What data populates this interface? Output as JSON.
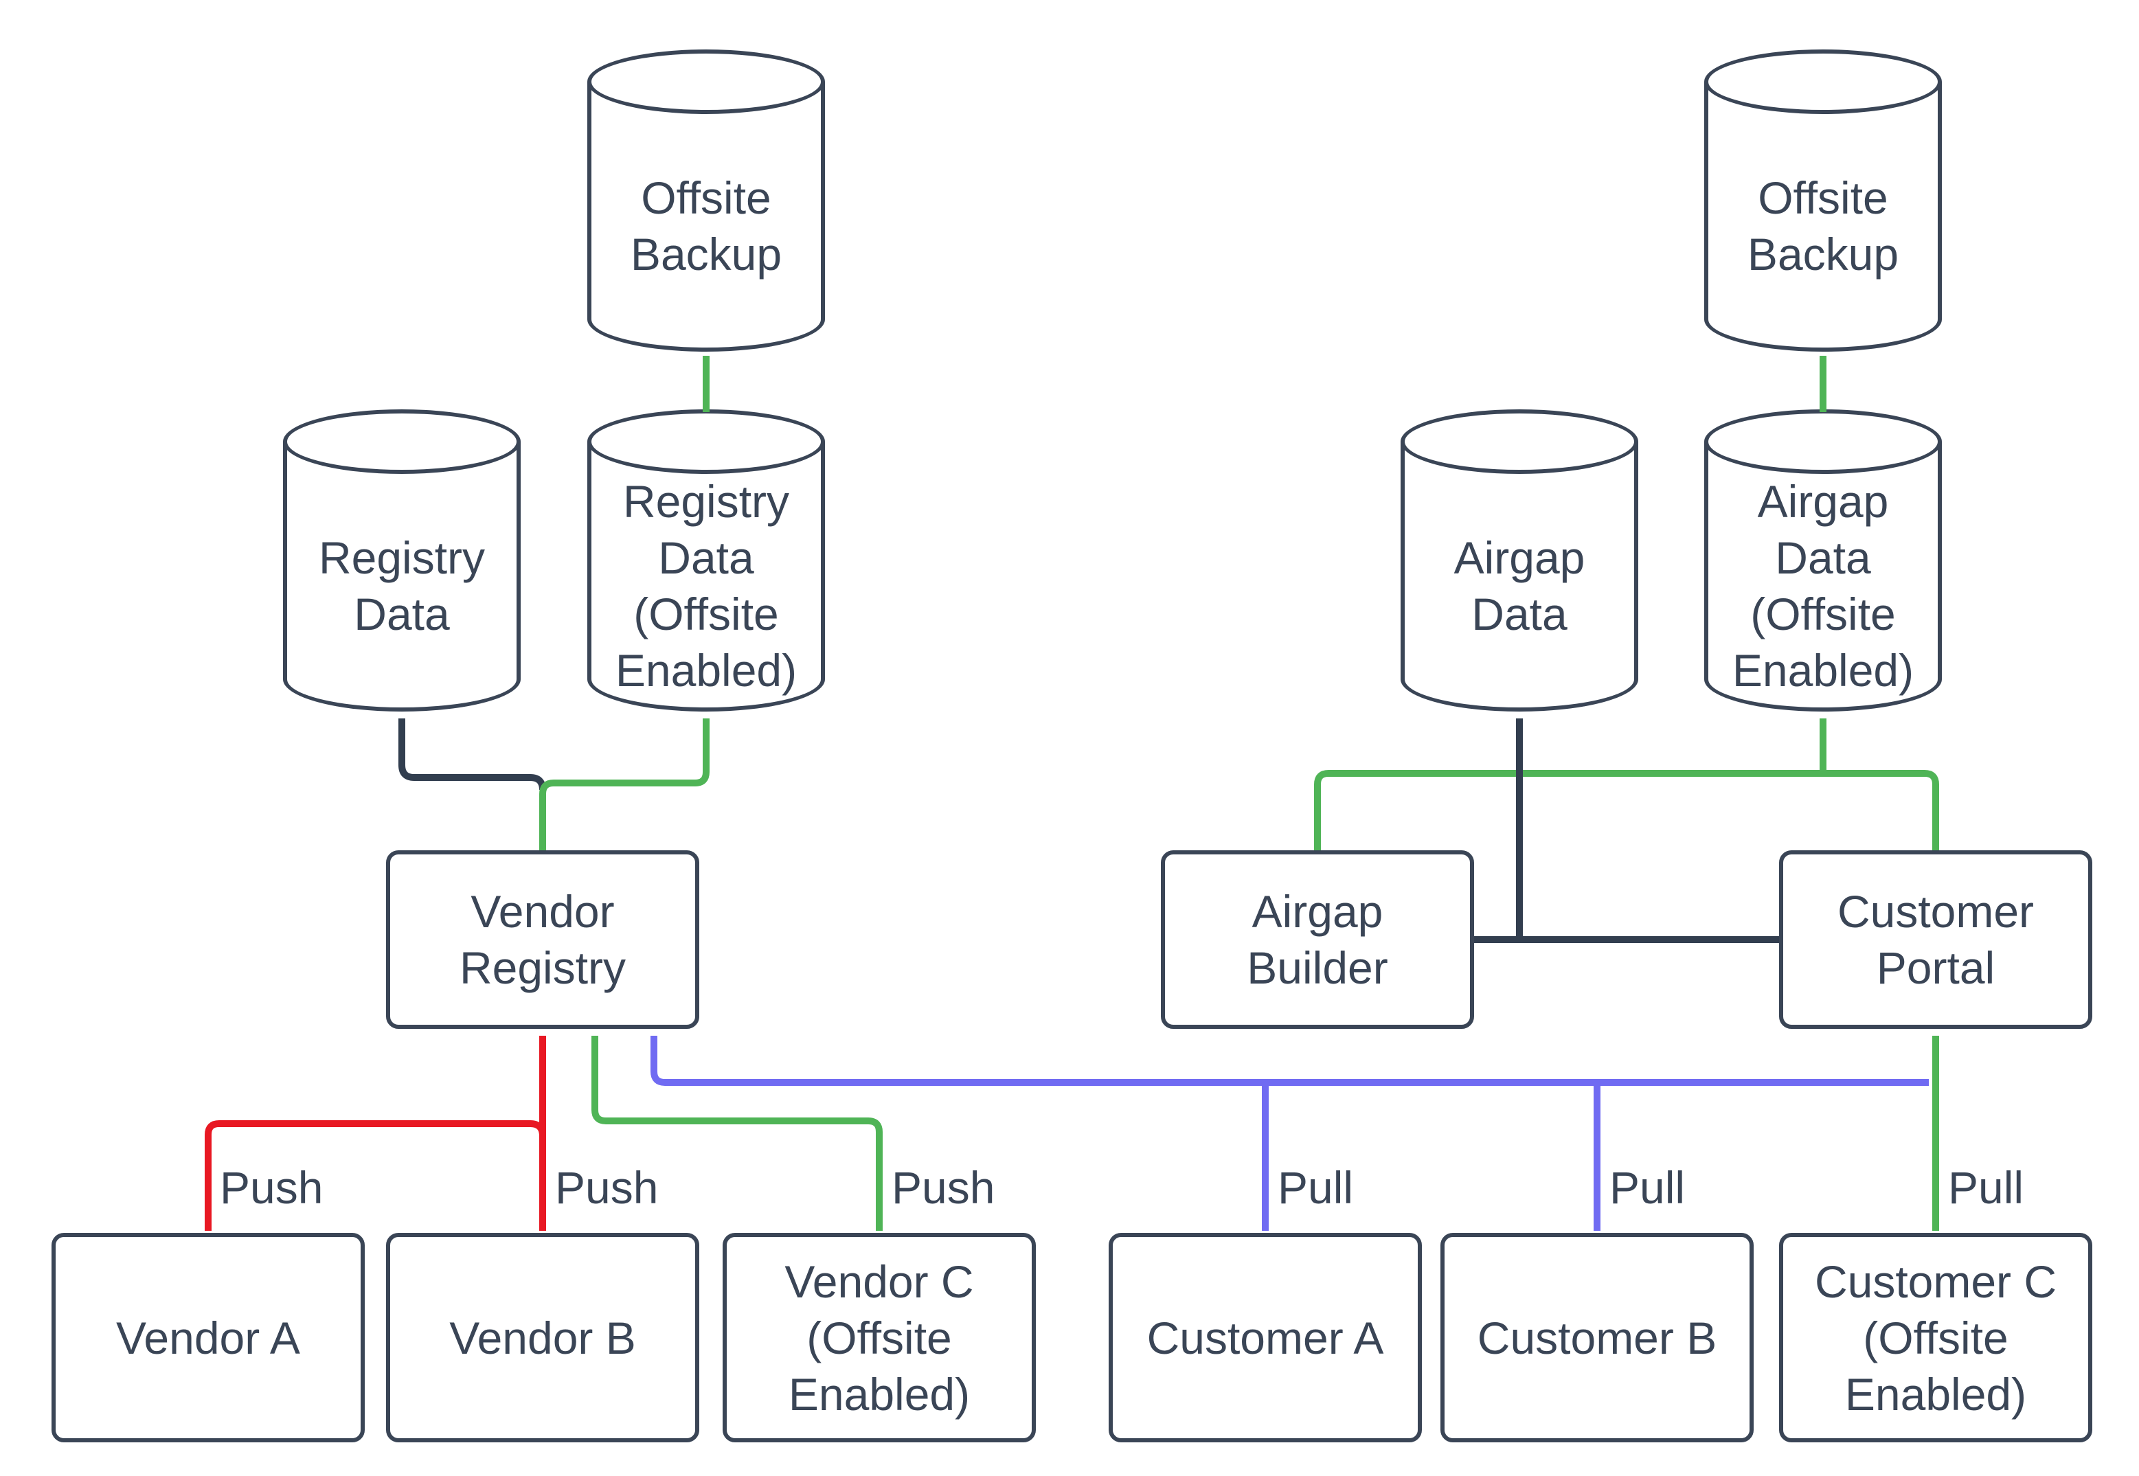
{
  "diagram": {
    "background": "#ffffff",
    "colors": {
      "node_stroke": "#3a4556",
      "text": "#3a4556",
      "push_edge_red": "#e81823",
      "offsite_edge_green": "#4fb456",
      "pull_edge_blue": "#706bf2",
      "data_edge_dark": "#323e4f"
    },
    "nodes": {
      "offsite_backup_left": {
        "type": "cylinder",
        "label": "Offsite\nBackup"
      },
      "registry_data": {
        "type": "cylinder",
        "label": "Registry\nData"
      },
      "registry_data_offsite": {
        "type": "cylinder",
        "label": "Registry\nData\n(Offsite\nEnabled)"
      },
      "vendor_registry": {
        "type": "box",
        "label": "Vendor\nRegistry"
      },
      "vendor_a": {
        "type": "box",
        "label": "Vendor A"
      },
      "vendor_b": {
        "type": "box",
        "label": "Vendor B"
      },
      "vendor_c": {
        "type": "box",
        "label": "Vendor C\n(Offsite\nEnabled)"
      },
      "offsite_backup_right": {
        "type": "cylinder",
        "label": "Offsite\nBackup"
      },
      "airgap_data": {
        "type": "cylinder",
        "label": "Airgap\nData"
      },
      "airgap_data_offsite": {
        "type": "cylinder",
        "label": "Airgap\nData\n(Offsite\nEnabled)"
      },
      "airgap_builder": {
        "type": "box",
        "label": "Airgap\nBuilder"
      },
      "customer_portal": {
        "type": "box",
        "label": "Customer\nPortal"
      },
      "customer_a": {
        "type": "box",
        "label": "Customer A"
      },
      "customer_b": {
        "type": "box",
        "label": "Customer B"
      },
      "customer_c": {
        "type": "box",
        "label": "Customer C\n(Offsite\nEnabled)"
      }
    },
    "edge_labels": {
      "push_vendor_a": "Push",
      "push_vendor_b": "Push",
      "push_vendor_c": "Push",
      "pull_customer_a": "Pull",
      "pull_customer_b": "Pull",
      "pull_customer_c": "Pull"
    },
    "edges": [
      {
        "from": "vendor_a",
        "to": "vendor_registry",
        "color": "red",
        "label": "Push"
      },
      {
        "from": "vendor_b",
        "to": "vendor_registry",
        "color": "red",
        "label": "Push"
      },
      {
        "from": "vendor_c",
        "to": "vendor_registry",
        "color": "green",
        "label": "Push"
      },
      {
        "from": "vendor_registry",
        "to": "registry_data",
        "color": "dark"
      },
      {
        "from": "vendor_registry",
        "to": "registry_data_offsite",
        "color": "green"
      },
      {
        "from": "registry_data_offsite",
        "to": "offsite_backup_left",
        "color": "green"
      },
      {
        "from": "customer_a",
        "to": "vendor_registry",
        "color": "blue",
        "label": "Pull"
      },
      {
        "from": "customer_b",
        "to": "vendor_registry",
        "color": "blue",
        "label": "Pull"
      },
      {
        "from": "customer_c",
        "to": "customer_portal",
        "color": "green",
        "label": "Pull"
      },
      {
        "from": "customer_portal",
        "to": "airgap_builder",
        "color": "green"
      },
      {
        "from": "customer_portal",
        "to": "airgap_data_offsite",
        "color": "green"
      },
      {
        "from": "airgap_builder",
        "to": "airgap_data",
        "color": "dark"
      },
      {
        "from": "customer_portal",
        "to": "airgap_data",
        "color": "dark"
      },
      {
        "from": "airgap_data_offsite",
        "to": "offsite_backup_right",
        "color": "green"
      }
    ]
  }
}
